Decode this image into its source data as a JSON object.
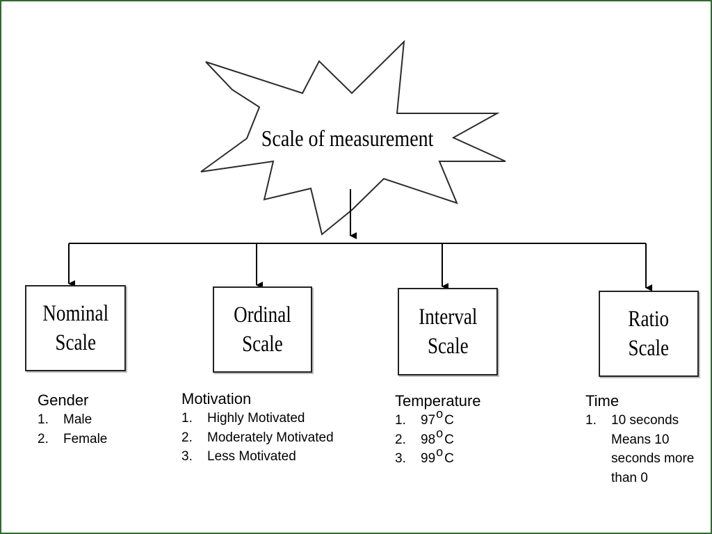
{
  "title": "Scale of measurement",
  "scales": [
    {
      "name_line1": "Nominal",
      "name_line2": "Scale",
      "example": {
        "heading": "Gender",
        "items": [
          {
            "num": "1.",
            "text": "Male"
          },
          {
            "num": "2.",
            "text": "Female"
          }
        ]
      }
    },
    {
      "name_line1": "Ordinal",
      "name_line2": "Scale",
      "example": {
        "heading": "Motivation",
        "items": [
          {
            "num": "1.",
            "text": "Highly Motivated"
          },
          {
            "num": "2.",
            "text": "Moderately Motivated"
          },
          {
            "num": "3.",
            "text": "Less Motivated"
          }
        ]
      }
    },
    {
      "name_line1": "Interval",
      "name_line2": "Scale",
      "example": {
        "heading": "Temperature",
        "degree_symbol": "o",
        "unit": "C",
        "items": [
          {
            "num": "1.",
            "value": "97"
          },
          {
            "num": "2.",
            "value": "98"
          },
          {
            "num": "3.",
            "value": "99"
          }
        ]
      }
    },
    {
      "name_line1": "Ratio",
      "name_line2": "Scale",
      "example": {
        "heading": "Time",
        "items": [
          {
            "num": "1.",
            "text": "10 seconds Means 10 seconds more than 0"
          }
        ]
      }
    }
  ]
}
